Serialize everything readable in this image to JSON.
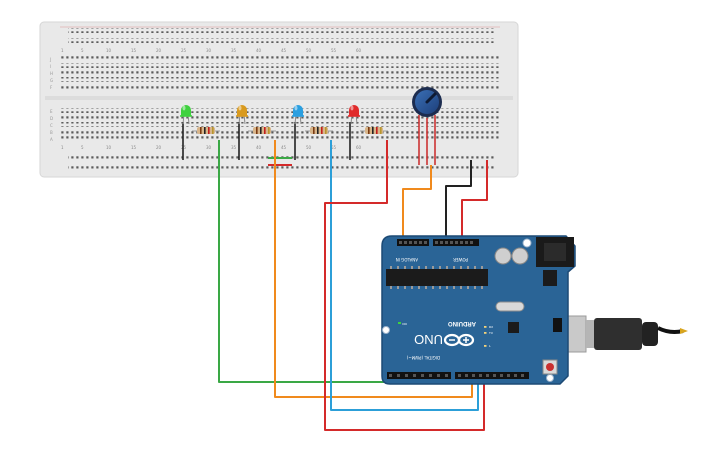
{
  "breadboard": {
    "column_numbers": [
      "1",
      "5",
      "10",
      "15",
      "20",
      "25",
      "30",
      "35",
      "40",
      "45",
      "50",
      "55",
      "60"
    ],
    "row_letters_top": [
      "J",
      "I",
      "H",
      "G",
      "F"
    ],
    "row_letters_bottom": [
      "E",
      "D",
      "C",
      "B",
      "A"
    ]
  },
  "leds": [
    {
      "name": "led-green",
      "color": "#3ed13e"
    },
    {
      "name": "led-orange",
      "color": "#d99a1e"
    },
    {
      "name": "led-blue",
      "color": "#2a9fe0"
    },
    {
      "name": "led-red",
      "color": "#e02b2b"
    }
  ],
  "wire_colors": {
    "green": "#3aa845",
    "orange": "#f08a1d",
    "blue": "#2c9fd8",
    "red": "#d42a2a",
    "black": "#222222"
  },
  "arduino": {
    "model": "UNO",
    "brand": "ARDUINO",
    "header_power": "POWER",
    "header_analog": "ANALOG IN",
    "header_digital": "DIGITAL (PWM~)",
    "label_on": "ON",
    "label_tx": "TX",
    "label_rx": "RX",
    "label_l": "L",
    "board_color": "#2a6496"
  }
}
